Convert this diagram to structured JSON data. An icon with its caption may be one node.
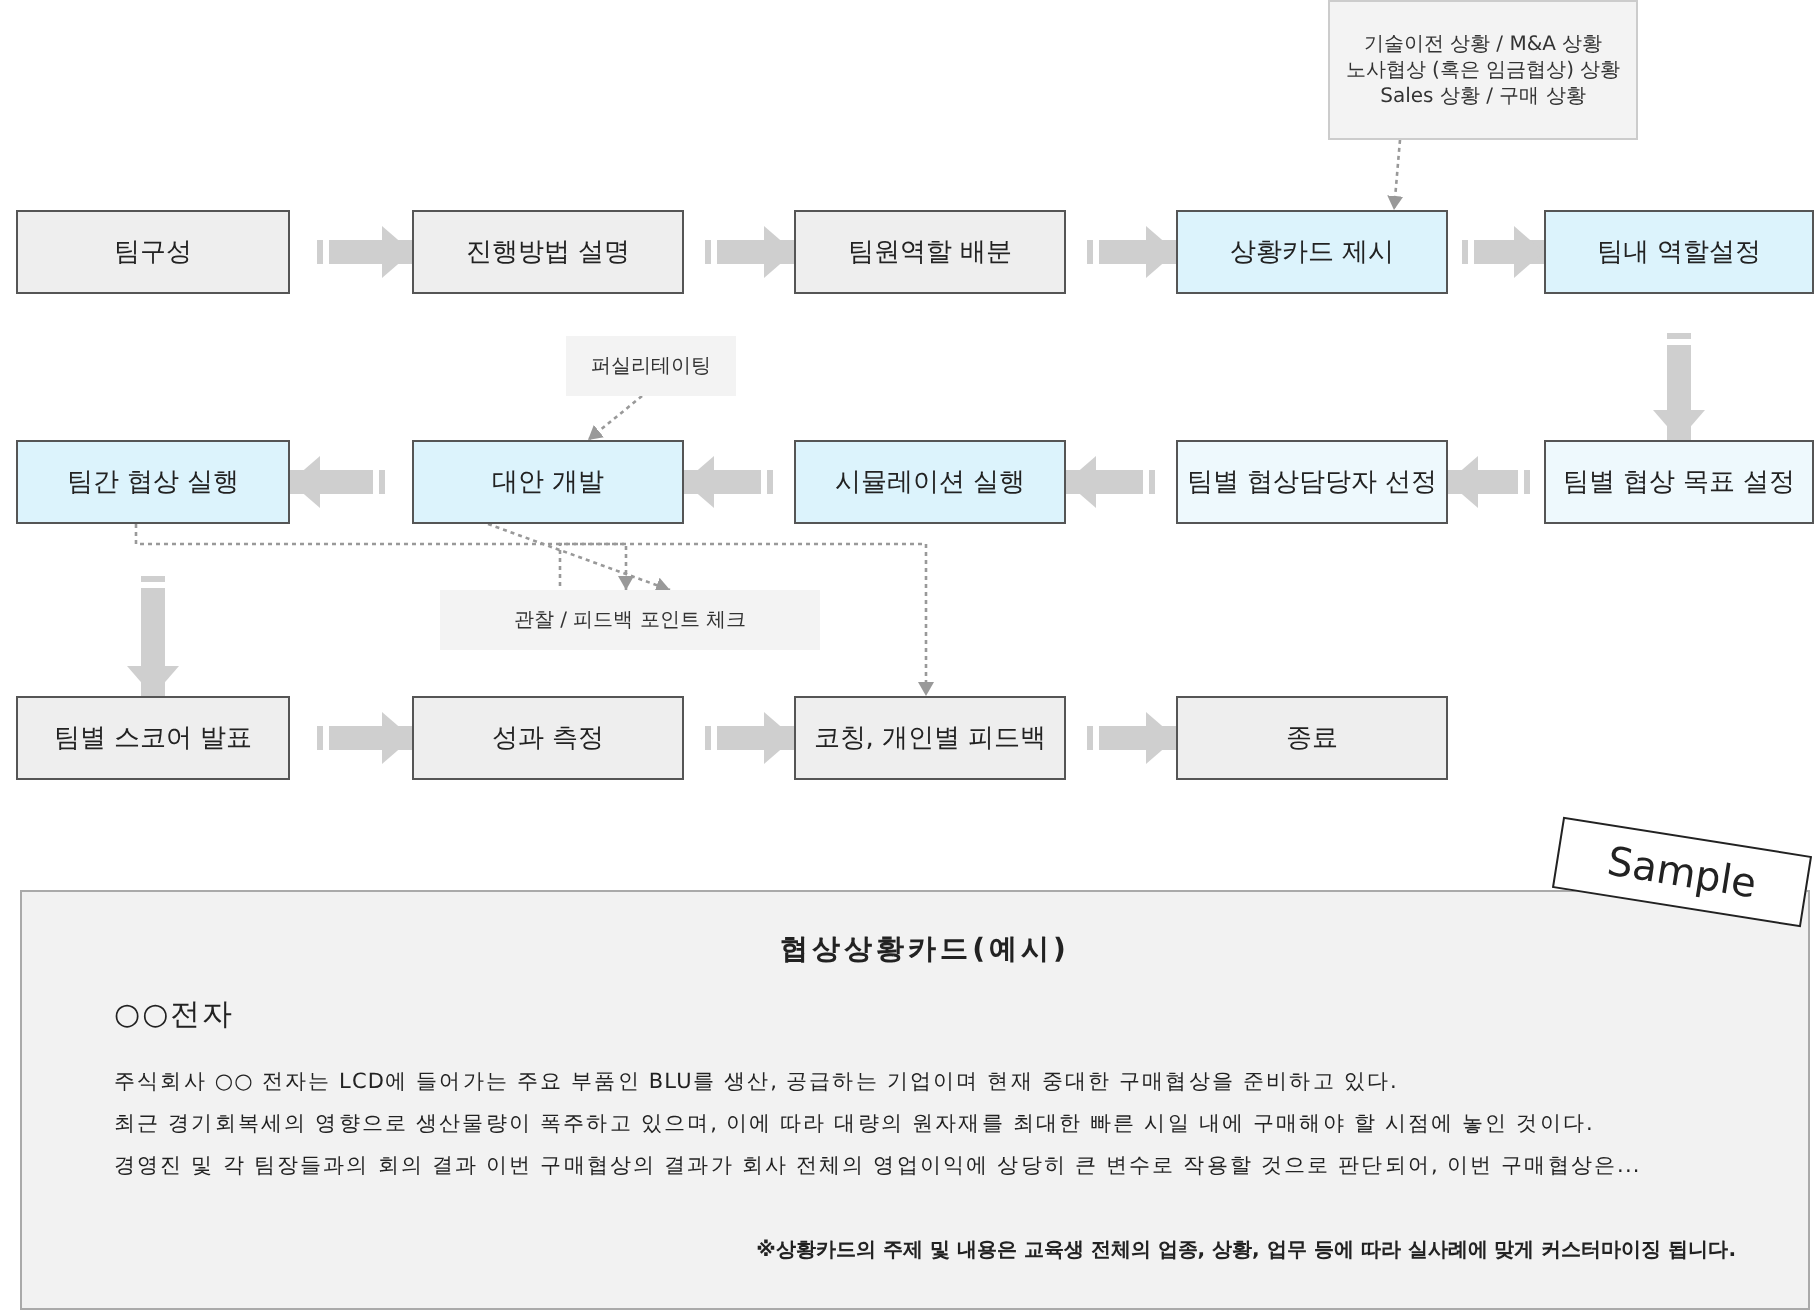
{
  "diagram": {
    "nodes": [
      {
        "text": [
          "팀구성"
        ]
      },
      {
        "text": [
          "진행방법 설명"
        ]
      },
      {
        "text": [
          "팀원역할 배분"
        ]
      },
      {
        "text": [
          "상황카드 제시"
        ]
      },
      {
        "text": [
          "팀내 역할설정"
        ]
      },
      {
        "text": [
          "기술이전 상황 / M&A 상황",
          "노사협상 (혹은 임금협상) 상황",
          "Sales 상황 / 구매 상황"
        ]
      },
      {
        "text": [
          "팀별 협상 목표 설정"
        ]
      },
      {
        "text": [
          "팀별 협상담당자 선정"
        ]
      },
      {
        "text": [
          "시뮬레이션 실행"
        ]
      },
      {
        "text": [
          "대안 개발"
        ]
      },
      {
        "text": [
          "팀간 협상 실행"
        ]
      },
      {
        "text": [
          "퍼실리테이팅"
        ]
      },
      {
        "text": [
          "관찰 / 피드백 포인트 체크"
        ]
      },
      {
        "text": [
          "팀별 스코어 발표"
        ]
      },
      {
        "text": [
          "성과 측정"
        ]
      },
      {
        "text": [
          "코칭, 개인별 피드백"
        ]
      },
      {
        "text": [
          "종료"
        ]
      },
      {
        "text": [
          "협상상황카드(예시)",
          "○○전자",
          "주식회사 ○○ 전자는 LCD에 들어가는 주요 부품인 BLU를 생산, 공급하는 기업이며 현재 중대한 구매협상을 준비하고 있다.",
          "최근 경기회복세의 영향으로 생산물량이 폭주하고 있으며, 이에 따라 대량의 원자재를 최대한 빠른 시일 내에 구매해야 할 시점에 놓인 것이다.",
          "경영진 및 각 팀장들과의 회의 결과 이번 구매협상의 결과가 회사 전체의 영업이익에 상당히 큰 변수로 작용할 것으로 판단되어, 이번 구매협상은...",
          "※상황카드의 주제 및 내용은 교육생 전체의 업종, 상황, 업무 등에 따라 실사례에 맞게 커스터마이징 됩니다."
        ]
      }
    ],
    "edges": [
      {
        "from": 0,
        "to": 1,
        "arrow": "to"
      },
      {
        "from": 1,
        "to": 2,
        "arrow": "to"
      },
      {
        "from": 2,
        "to": 3,
        "arrow": "to"
      },
      {
        "from": 3,
        "to": 4,
        "arrow": "to"
      },
      {
        "from": 4,
        "to": 6,
        "arrow": "to"
      },
      {
        "from": 6,
        "to": 7,
        "arrow": "to"
      },
      {
        "from": 7,
        "to": 8,
        "arrow": "to"
      },
      {
        "from": 8,
        "to": 9,
        "arrow": "to"
      },
      {
        "from": 9,
        "to": 10,
        "arrow": "to"
      },
      {
        "from": 10,
        "to": 13,
        "arrow": "to"
      },
      {
        "from": 13,
        "to": 14,
        "arrow": "to"
      },
      {
        "from": 14,
        "to": 15,
        "arrow": "to"
      },
      {
        "from": 15,
        "to": 16,
        "arrow": "to"
      },
      {
        "from": 5,
        "to": 3,
        "arrow": "to",
        "style": "dashed"
      },
      {
        "from": 11,
        "to": 9,
        "arrow": "to",
        "style": "dashed"
      },
      {
        "from": 10,
        "to": 12,
        "arrow": "to",
        "style": "dashed"
      },
      {
        "from": 9,
        "to": 12,
        "arrow": "to",
        "style": "dashed"
      },
      {
        "from": 12,
        "to": 15,
        "arrow": "to",
        "style": "dashed"
      }
    ],
    "labels": [
      "Sample"
    ]
  }
}
